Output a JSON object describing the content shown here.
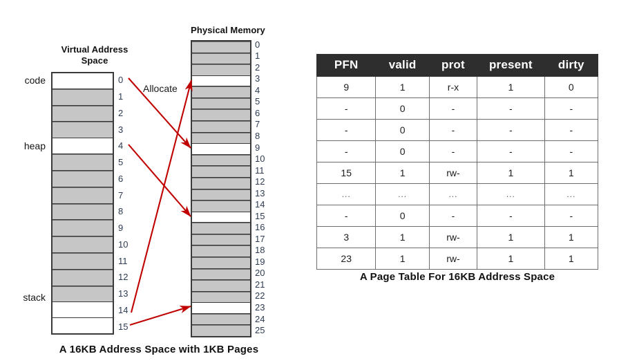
{
  "virtual_address_space": {
    "title_line1": "Virtual Address",
    "title_line2": "Space",
    "caption": "A 16KB Address Space with 1KB Pages",
    "page_count": 16,
    "page_numbers": [
      "0",
      "1",
      "2",
      "3",
      "4",
      "5",
      "6",
      "7",
      "8",
      "9",
      "10",
      "11",
      "12",
      "13",
      "14",
      "15"
    ],
    "allocated_pages": [
      1,
      2,
      3,
      5,
      6,
      7,
      8,
      9,
      10,
      11,
      12,
      13
    ],
    "free_pages": [
      0,
      4,
      14,
      15
    ],
    "segment_labels": [
      {
        "name": "code",
        "page": 0
      },
      {
        "name": "heap",
        "page": 4
      },
      {
        "name": "stack",
        "page": 13
      }
    ]
  },
  "physical_memory": {
    "title": "Physical Memory",
    "frame_count": 26,
    "frame_numbers": [
      "0",
      "1",
      "2",
      "3",
      "4",
      "5",
      "6",
      "7",
      "8",
      "9",
      "10",
      "11",
      "12",
      "13",
      "14",
      "15",
      "16",
      "17",
      "18",
      "19",
      "20",
      "21",
      "22",
      "23",
      "24",
      "25"
    ],
    "used_frames": [
      0,
      1,
      2,
      4,
      5,
      6,
      7,
      8,
      10,
      11,
      12,
      13,
      14,
      16,
      17,
      18,
      19,
      20,
      21,
      22,
      24,
      25
    ],
    "free_frames": [
      3,
      9,
      15,
      23
    ]
  },
  "annotations": {
    "allocate_label": "Allocate",
    "arrow_color": "#c00000",
    "mappings": [
      {
        "from_vpn": 0,
        "to_pfn": 9
      },
      {
        "from_vpn": 4,
        "to_pfn": 15
      },
      {
        "from_vpn": 14,
        "to_pfn": 3
      },
      {
        "from_vpn": 15,
        "to_pfn": 23
      }
    ]
  },
  "page_table": {
    "caption": "A Page Table For 16KB Address Space",
    "columns": [
      "PFN",
      "valid",
      "prot",
      "present",
      "dirty"
    ],
    "rows": [
      [
        "9",
        "1",
        "r-x",
        "1",
        "0"
      ],
      [
        "-",
        "0",
        "-",
        "-",
        "-"
      ],
      [
        "-",
        "0",
        "-",
        "-",
        "-"
      ],
      [
        "-",
        "0",
        "-",
        "-",
        "-"
      ],
      [
        "15",
        "1",
        "rw-",
        "1",
        "1"
      ],
      [
        "...",
        "...",
        "...",
        "...",
        "..."
      ],
      [
        "-",
        "0",
        "-",
        "-",
        "-"
      ],
      [
        "3",
        "1",
        "rw-",
        "1",
        "1"
      ],
      [
        "23",
        "1",
        "rw-",
        "1",
        "1"
      ]
    ],
    "header_bg": "#2e2e2e",
    "header_fg": "#ffffff"
  }
}
